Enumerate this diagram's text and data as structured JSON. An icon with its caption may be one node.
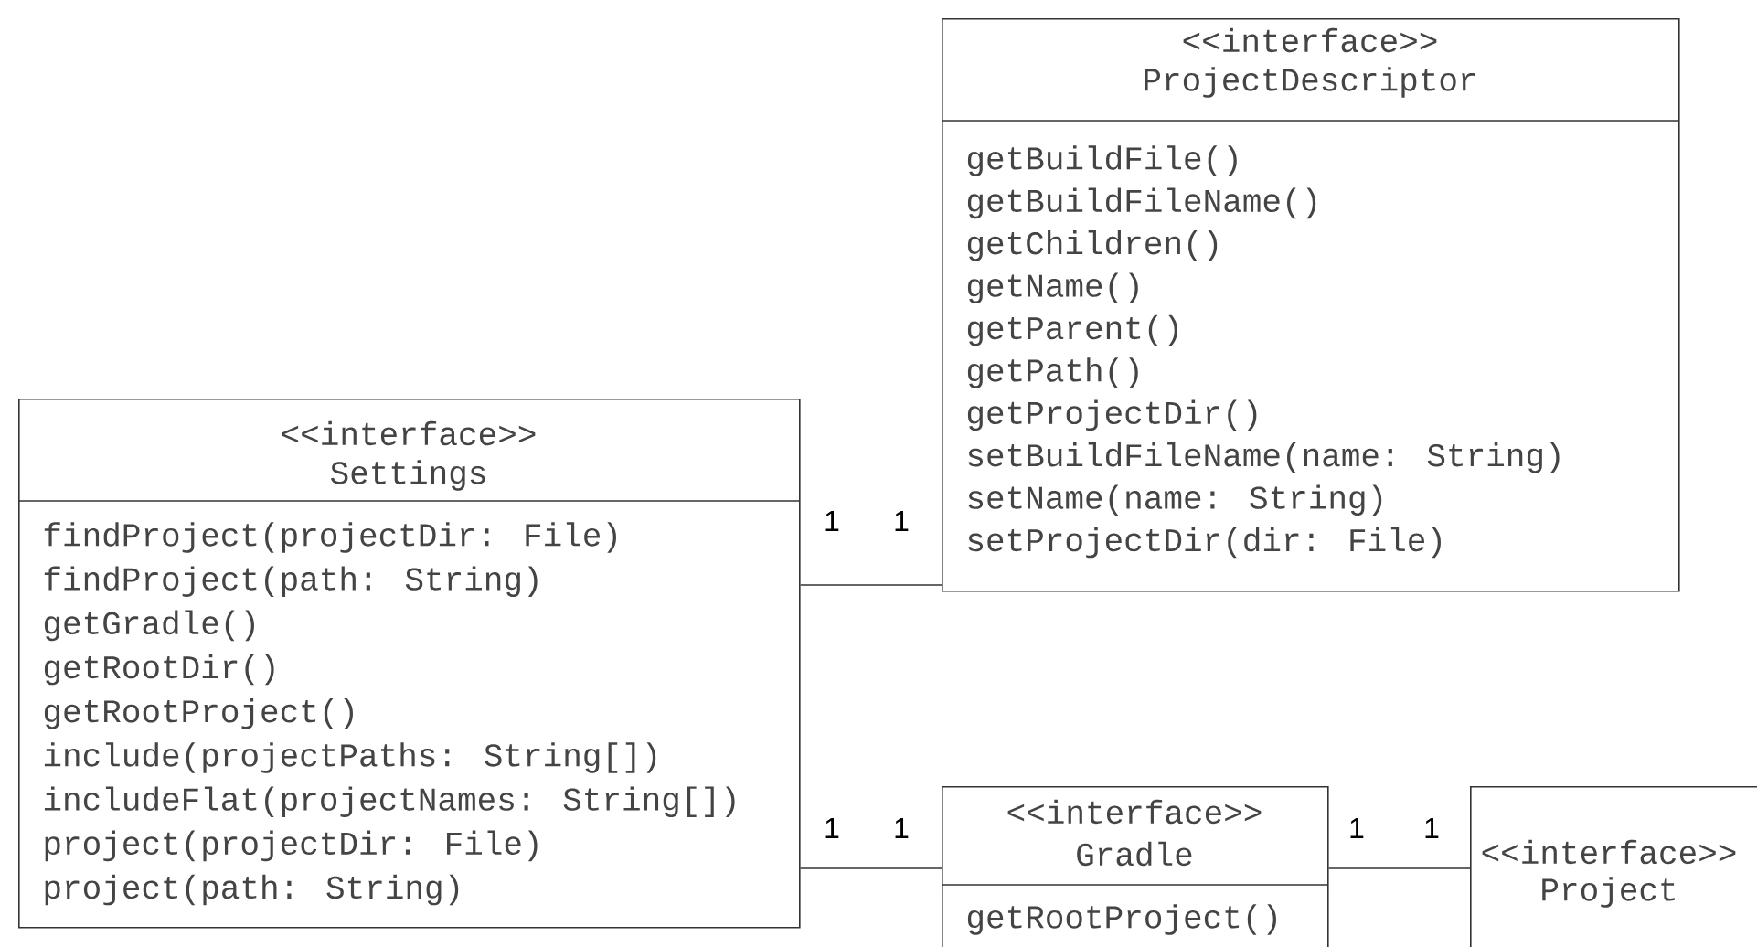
{
  "diagram": {
    "nodes": [
      {
        "text": [
          "<<interface>>",
          "ProjectDescriptor",
          "getBuildFile()",
          "getBuildFileName()",
          "getChildren()",
          "getName()",
          "getParent()",
          "getPath()",
          "getProjectDir()",
          "setBuildFileName(name: String)",
          "setName(name: String)",
          "setProjectDir(dir: File)"
        ]
      },
      {
        "text": [
          "<<interface>>",
          "Settings",
          "findProject(projectDir: File)",
          "findProject(path: String)",
          "getGradle()",
          "getRootDir()",
          "getRootProject()",
          "include(projectPaths: String[])",
          "includeFlat(projectNames: String[])",
          "project(projectDir: File)",
          "project(path: String)"
        ]
      },
      {
        "text": [
          "<<interface>>",
          "Gradle",
          "getRootProject()"
        ]
      },
      {
        "text": [
          "<<interface>>",
          "Project"
        ]
      }
    ],
    "edges": [
      {
        "from": 1,
        "to": 0,
        "arrow": "none"
      },
      {
        "from": 1,
        "to": 2,
        "arrow": "none"
      },
      {
        "from": 2,
        "to": 3,
        "arrow": "none"
      }
    ],
    "labels": [
      "1",
      "1",
      "1",
      "1",
      "1",
      "1"
    ]
  }
}
